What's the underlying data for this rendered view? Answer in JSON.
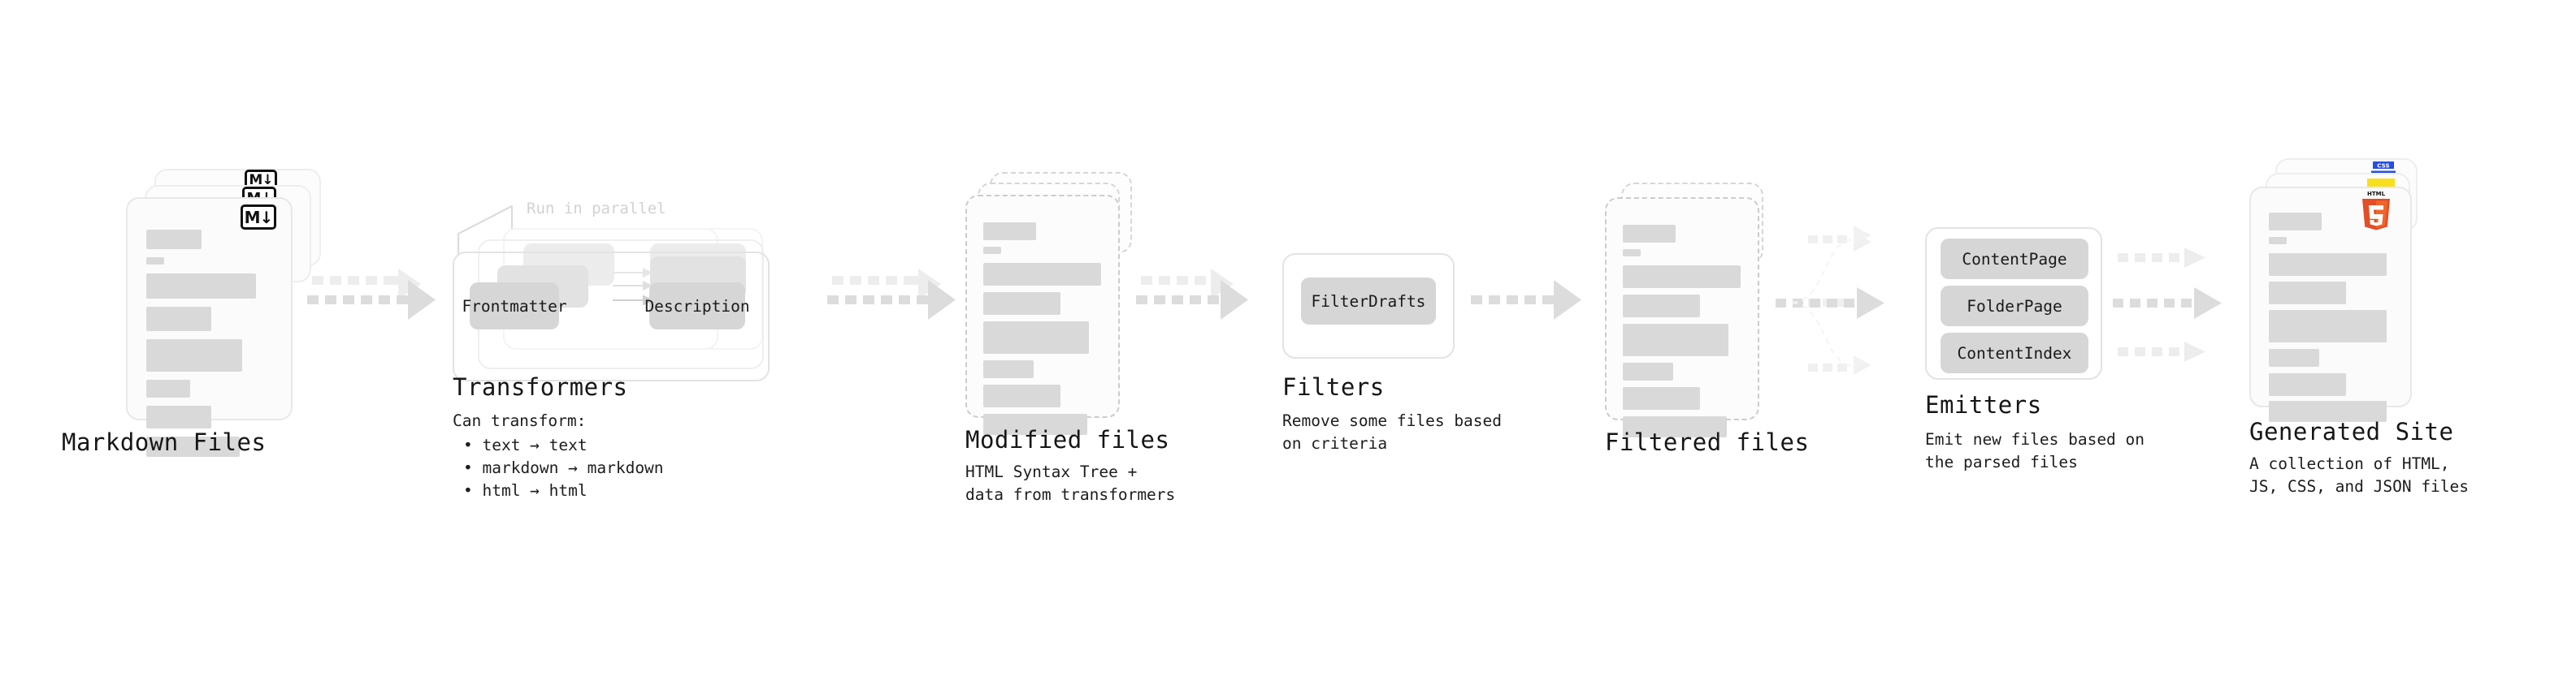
{
  "diagram": {
    "type": "pipeline-flow",
    "background": "#ffffff",
    "palette": {
      "card_bg": "#fbfbfb",
      "card_border": "#e8e8e8",
      "skeleton": "#d9d9d9",
      "chip": "#d6d6d6",
      "arrow": "#d8d8d8",
      "text": "#161616",
      "muted": "#d2d2d2",
      "html5_orange": "#e44d26",
      "html5_orange_light": "#f16529",
      "js_yellow": "#f7df1e",
      "css_blue": "#264de4"
    }
  },
  "stages": [
    {
      "id": "markdown-files",
      "title": "Markdown Files",
      "subtitle": "",
      "badge": "M↓",
      "badge_name": "markdown-icon",
      "stack_count": 3,
      "card_style": "solid"
    },
    {
      "id": "transformers",
      "title": "Transformers",
      "subtitle": "Can transform:",
      "bullets": [
        "• text → text",
        "• markdown → markdown",
        "• html → html"
      ],
      "annotation": "Run in parallel",
      "stack_count": 3,
      "nodes": [
        "Frontmatter",
        "Description"
      ]
    },
    {
      "id": "modified-files",
      "title": "Modified files",
      "subtitle": "HTML Syntax Tree +\ndata from transformers",
      "stack_count": 3,
      "card_style": "dashed"
    },
    {
      "id": "filters",
      "title": "Filters",
      "subtitle": "Remove some files based\non criteria",
      "nodes": [
        "FilterDrafts"
      ]
    },
    {
      "id": "filtered-files",
      "title": "Filtered files",
      "subtitle": "",
      "stack_count": 2,
      "card_style": "dashed"
    },
    {
      "id": "emitters",
      "title": "Emitters",
      "subtitle": "Emit new files based on\nthe parsed files",
      "nodes": [
        "ContentPage",
        "FolderPage",
        "ContentIndex"
      ]
    },
    {
      "id": "generated-site",
      "title": "Generated Site",
      "subtitle": "A collection of HTML,\nJS, CSS, and JSON files",
      "stack_count": 3,
      "badges": [
        "html5-icon",
        "js-icon",
        "css-icon"
      ],
      "html5_label_top": "HTML",
      "html5_label_num": "5",
      "css_label": "CSS"
    }
  ],
  "connectors": [
    {
      "from": "markdown-files",
      "to": "transformers",
      "style": "dotted-arrow",
      "count": 2
    },
    {
      "from": "transformers",
      "to": "modified-files",
      "style": "dotted-arrow",
      "count": 2
    },
    {
      "from": "modified-files",
      "to": "filters",
      "style": "dotted-arrow",
      "count": 2
    },
    {
      "from": "filters",
      "to": "filtered-files",
      "style": "dotted-arrow",
      "count": 1
    },
    {
      "from": "filtered-files",
      "to": "emitters",
      "style": "dotted-arrow-fanout",
      "count": 3
    },
    {
      "from": "emitters",
      "to": "generated-site",
      "style": "dotted-arrow-fanin",
      "count": 3
    }
  ]
}
